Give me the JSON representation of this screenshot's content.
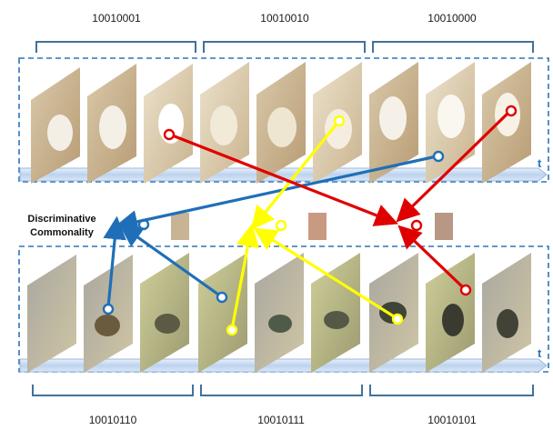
{
  "top_row": {
    "codes": [
      "10010001",
      "10010010",
      "10010000"
    ],
    "axis_label": "t"
  },
  "bottom_row": {
    "codes": [
      "10010110",
      "10010111",
      "10010101"
    ],
    "axis_label": "t"
  },
  "center_label": {
    "line1": "Discriminative",
    "line2": "Commonality"
  },
  "colors": {
    "blue": "#1f6fb8",
    "yellow": "#ffff00",
    "red": "#e00000",
    "frame_border": "#2e75b6",
    "timeline_fill": "#cfe0f3",
    "bracket": "#41719c"
  }
}
